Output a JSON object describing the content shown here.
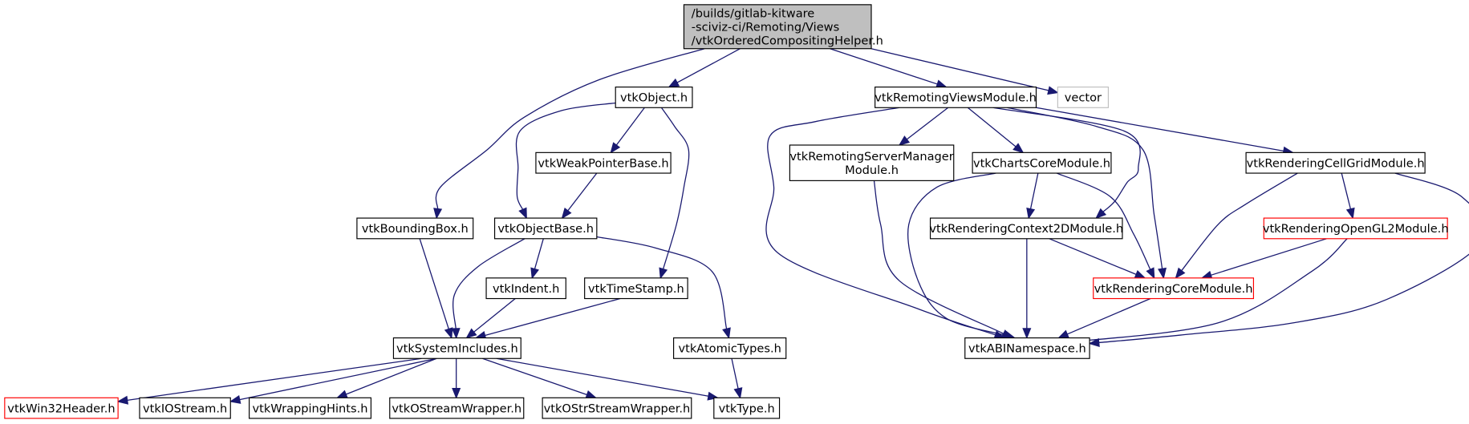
{
  "diagram": {
    "type": "include-dependency-graph",
    "colors": {
      "edge": "#191970",
      "root_fill": "#bfbfbf",
      "node_border": "#000000",
      "external_border": "#ff0000",
      "missing_border": "#bfbfbf"
    },
    "nodes": [
      {
        "id": "root",
        "lines": [
          "/builds/gitlab-kitware",
          "-sciviz-ci/Remoting/Views",
          "/vtkOrderedCompositingHelper.h"
        ],
        "style": "root"
      },
      {
        "id": "vtkObject",
        "lines": [
          "vtkObject.h"
        ],
        "style": "normal"
      },
      {
        "id": "vtkRemotingViewsModule",
        "lines": [
          "vtkRemotingViewsModule.h"
        ],
        "style": "normal"
      },
      {
        "id": "vector",
        "lines": [
          "vector"
        ],
        "style": "gray"
      },
      {
        "id": "vtkWeakPointerBase",
        "lines": [
          "vtkWeakPointerBase.h"
        ],
        "style": "normal"
      },
      {
        "id": "vtkRemotingServerManagerModule",
        "lines": [
          "vtkRemotingServerManager",
          "Module.h"
        ],
        "style": "normal"
      },
      {
        "id": "vtkChartsCoreModule",
        "lines": [
          "vtkChartsCoreModule.h"
        ],
        "style": "normal"
      },
      {
        "id": "vtkRenderingCellGridModule",
        "lines": [
          "vtkRenderingCellGridModule.h"
        ],
        "style": "normal"
      },
      {
        "id": "vtkBoundingBox",
        "lines": [
          "vtkBoundingBox.h"
        ],
        "style": "normal"
      },
      {
        "id": "vtkObjectBase",
        "lines": [
          "vtkObjectBase.h"
        ],
        "style": "normal"
      },
      {
        "id": "vtkRenderingContext2DModule",
        "lines": [
          "vtkRenderingContext2DModule.h"
        ],
        "style": "normal"
      },
      {
        "id": "vtkRenderingOpenGL2Module",
        "lines": [
          "vtkRenderingOpenGL2Module.h"
        ],
        "style": "red"
      },
      {
        "id": "vtkIndent",
        "lines": [
          "vtkIndent.h"
        ],
        "style": "normal"
      },
      {
        "id": "vtkTimeStamp",
        "lines": [
          "vtkTimeStamp.h"
        ],
        "style": "normal"
      },
      {
        "id": "vtkRenderingCoreModule",
        "lines": [
          "vtkRenderingCoreModule.h"
        ],
        "style": "red"
      },
      {
        "id": "vtkSystemIncludes",
        "lines": [
          "vtkSystemIncludes.h"
        ],
        "style": "normal"
      },
      {
        "id": "vtkAtomicTypes",
        "lines": [
          "vtkAtomicTypes.h"
        ],
        "style": "normal"
      },
      {
        "id": "vtkABINamespace",
        "lines": [
          "vtkABINamespace.h"
        ],
        "style": "normal"
      },
      {
        "id": "vtkWin32Header",
        "lines": [
          "vtkWin32Header.h"
        ],
        "style": "red"
      },
      {
        "id": "vtkIOStream",
        "lines": [
          "vtkIOStream.h"
        ],
        "style": "normal"
      },
      {
        "id": "vtkWrappingHints",
        "lines": [
          "vtkWrappingHints.h"
        ],
        "style": "normal"
      },
      {
        "id": "vtkOStreamWrapper",
        "lines": [
          "vtkOStreamWrapper.h"
        ],
        "style": "normal"
      },
      {
        "id": "vtkOStrStreamWrapper",
        "lines": [
          "vtkOStrStreamWrapper.h"
        ],
        "style": "normal"
      },
      {
        "id": "vtkType",
        "lines": [
          "vtkType.h"
        ],
        "style": "normal"
      }
    ],
    "edges": [
      [
        "root",
        "vtkBoundingBox"
      ],
      [
        "root",
        "vtkObject"
      ],
      [
        "root",
        "vtkRemotingViewsModule"
      ],
      [
        "root",
        "vector"
      ],
      [
        "vtkObject",
        "vtkObjectBase"
      ],
      [
        "vtkObject",
        "vtkWeakPointerBase"
      ],
      [
        "vtkObject",
        "vtkTimeStamp"
      ],
      [
        "vtkWeakPointerBase",
        "vtkObjectBase"
      ],
      [
        "vtkBoundingBox",
        "vtkSystemIncludes"
      ],
      [
        "vtkObjectBase",
        "vtkSystemIncludes"
      ],
      [
        "vtkObjectBase",
        "vtkIndent"
      ],
      [
        "vtkObjectBase",
        "vtkAtomicTypes"
      ],
      [
        "vtkIndent",
        "vtkSystemIncludes"
      ],
      [
        "vtkTimeStamp",
        "vtkSystemIncludes"
      ],
      [
        "vtkSystemIncludes",
        "vtkWin32Header"
      ],
      [
        "vtkSystemIncludes",
        "vtkIOStream"
      ],
      [
        "vtkSystemIncludes",
        "vtkWrappingHints"
      ],
      [
        "vtkSystemIncludes",
        "vtkOStreamWrapper"
      ],
      [
        "vtkSystemIncludes",
        "vtkOStrStreamWrapper"
      ],
      [
        "vtkSystemIncludes",
        "vtkType"
      ],
      [
        "vtkAtomicTypes",
        "vtkType"
      ],
      [
        "vtkRemotingViewsModule",
        "vtkABINamespace"
      ],
      [
        "vtkRemotingViewsModule",
        "vtkRemotingServerManagerModule"
      ],
      [
        "vtkRemotingViewsModule",
        "vtkChartsCoreModule"
      ],
      [
        "vtkRemotingViewsModule",
        "vtkRenderingContext2DModule"
      ],
      [
        "vtkRemotingViewsModule",
        "vtkRenderingCoreModule"
      ],
      [
        "vtkRemotingViewsModule",
        "vtkRenderingCellGridModule"
      ],
      [
        "vtkRemotingServerManagerModule",
        "vtkABINamespace"
      ],
      [
        "vtkChartsCoreModule",
        "vtkABINamespace"
      ],
      [
        "vtkChartsCoreModule",
        "vtkRenderingContext2DModule"
      ],
      [
        "vtkChartsCoreModule",
        "vtkRenderingCoreModule"
      ],
      [
        "vtkRenderingContext2DModule",
        "vtkABINamespace"
      ],
      [
        "vtkRenderingContext2DModule",
        "vtkRenderingCoreModule"
      ],
      [
        "vtkRenderingCellGridModule",
        "vtkRenderingCoreModule"
      ],
      [
        "vtkRenderingCellGridModule",
        "vtkRenderingOpenGL2Module"
      ],
      [
        "vtkRenderingCellGridModule",
        "vtkABINamespace"
      ],
      [
        "vtkRenderingOpenGL2Module",
        "vtkRenderingCoreModule"
      ],
      [
        "vtkRenderingOpenGL2Module",
        "vtkABINamespace"
      ],
      [
        "vtkRenderingCoreModule",
        "vtkABINamespace"
      ]
    ]
  }
}
